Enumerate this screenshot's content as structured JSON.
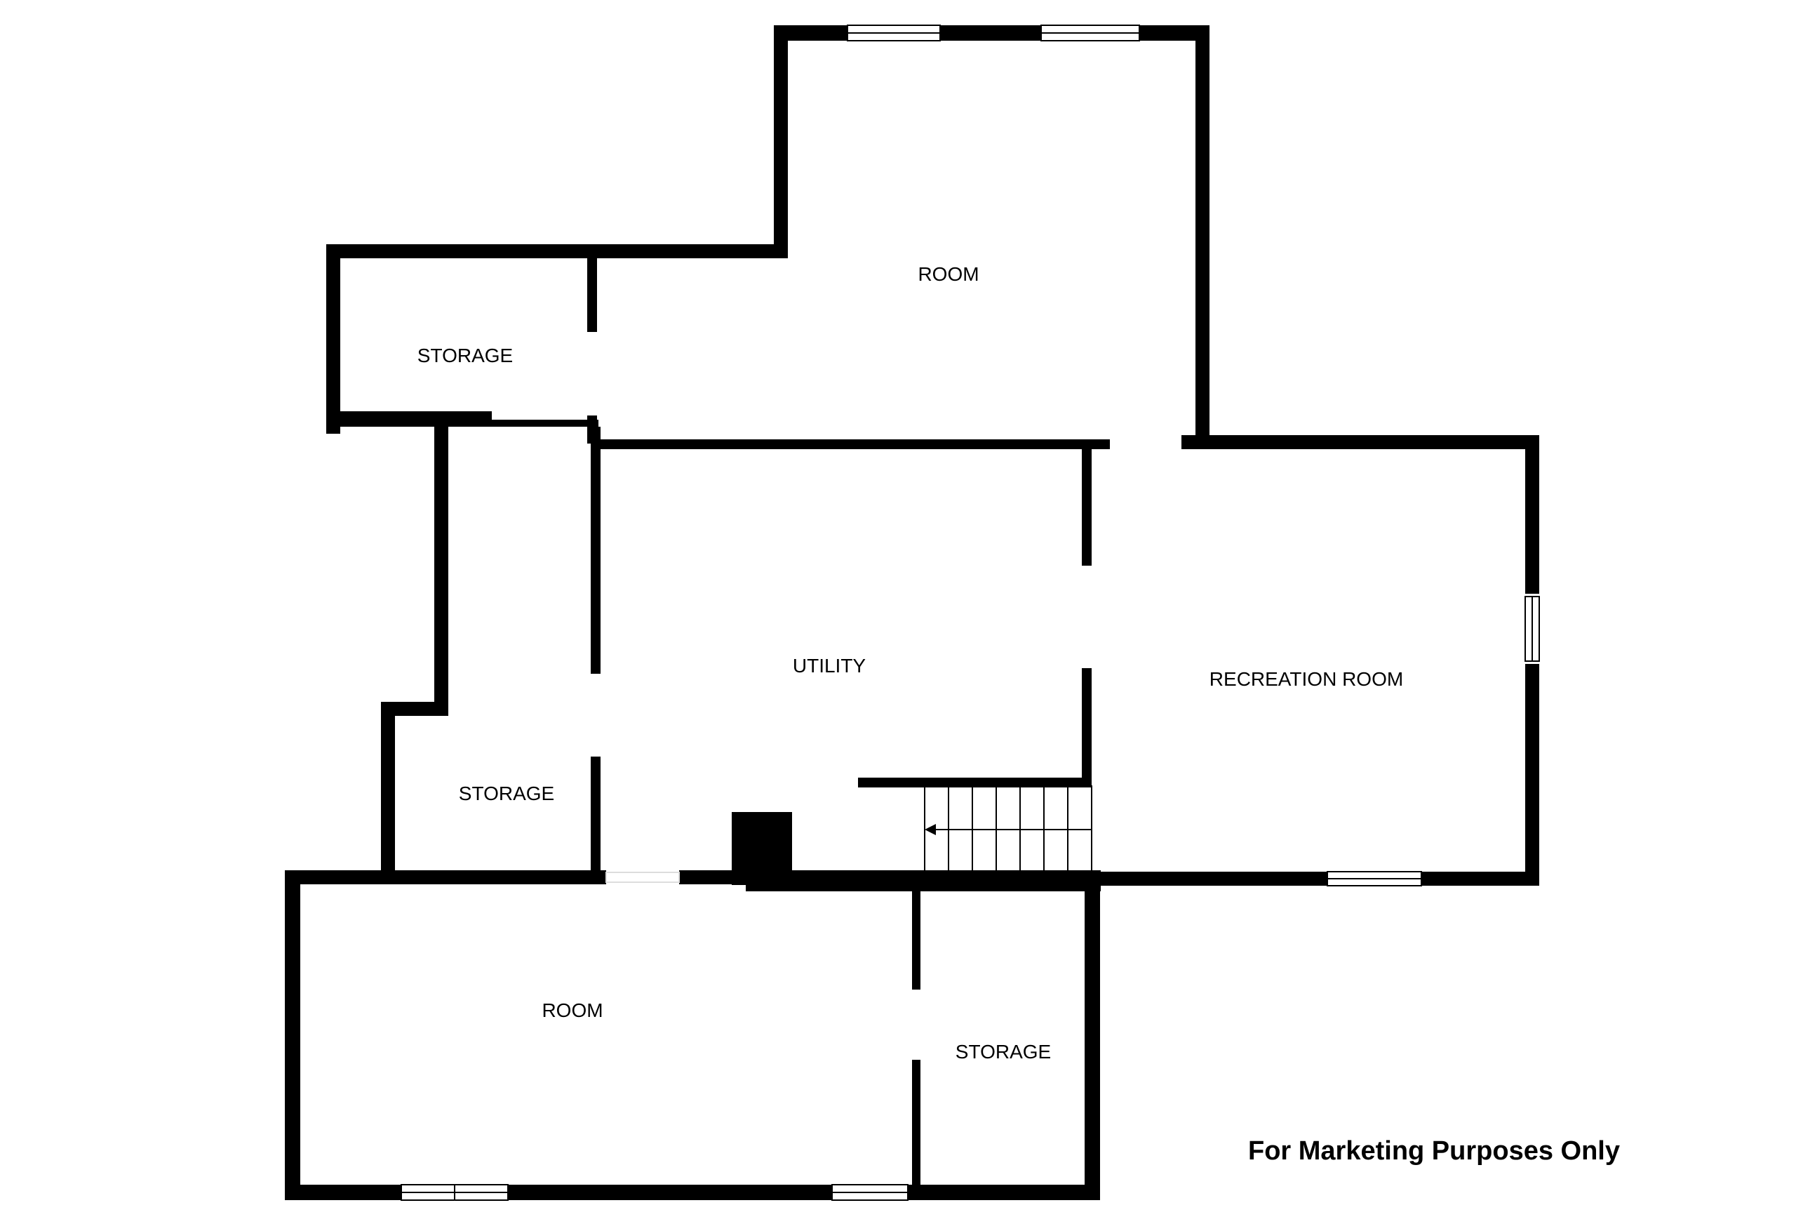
{
  "colors": {
    "wall": "#000000",
    "background": "#ffffff",
    "window_glass": "#ffffff"
  },
  "rooms": [
    {
      "id": "room-top",
      "label": "ROOM"
    },
    {
      "id": "storage-top-left",
      "label": "STORAGE"
    },
    {
      "id": "utility",
      "label": "UTILITY"
    },
    {
      "id": "recreation-room",
      "label": "RECREATION ROOM"
    },
    {
      "id": "storage-left",
      "label": "STORAGE"
    },
    {
      "id": "room-bottom",
      "label": "ROOM"
    },
    {
      "id": "storage-bottom",
      "label": "STORAGE"
    }
  ],
  "note": "For Marketing Purposes Only",
  "stairs": {
    "direction_icon": "arrow-left-icon"
  }
}
